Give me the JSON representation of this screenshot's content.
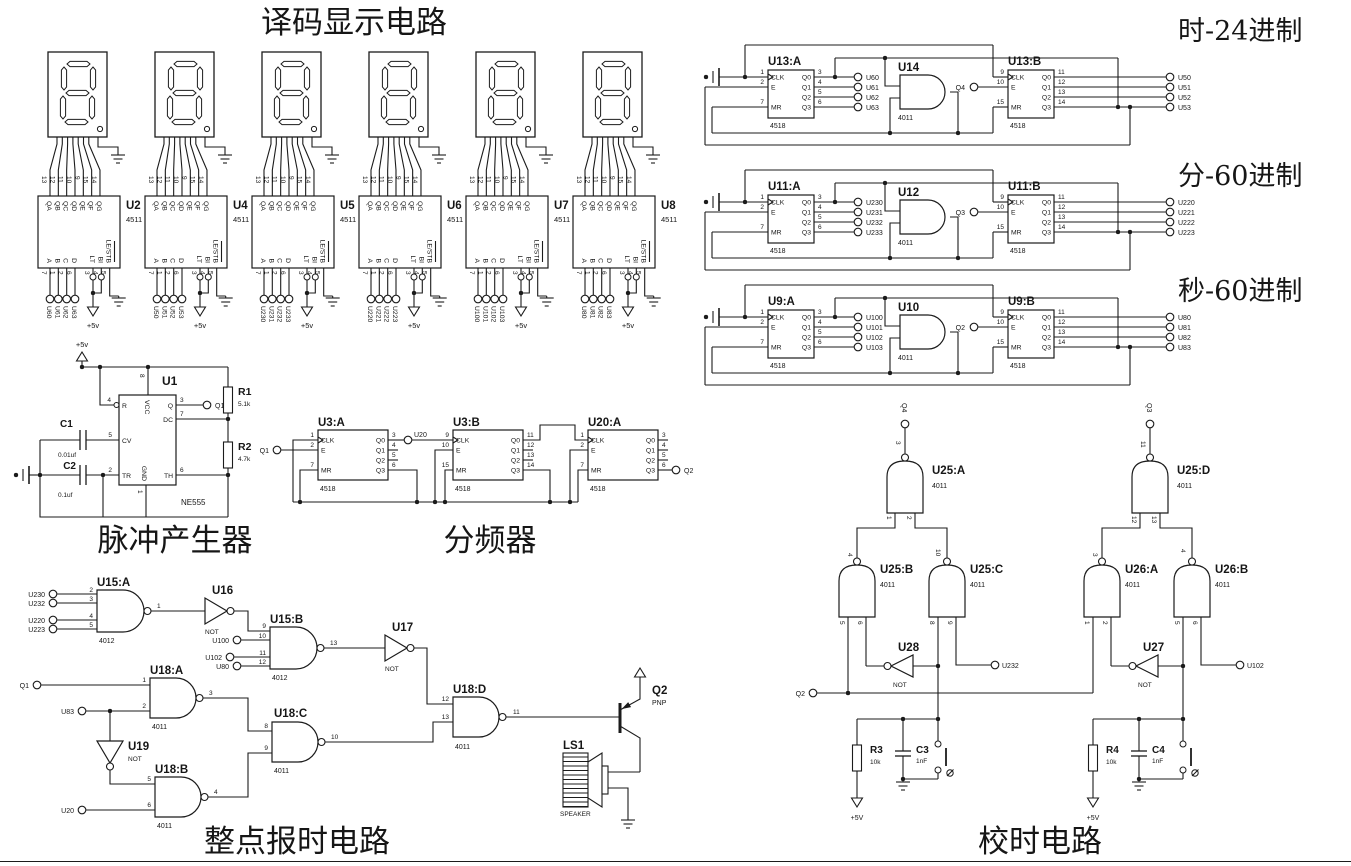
{
  "titles": {
    "decode": "译码显示电路",
    "pulse": "脉冲产生器",
    "divider": "分频器",
    "chime": "整点报时电路",
    "timeset": "校时电路"
  },
  "counter_section_labels": {
    "hours": "时-24进制",
    "minutes": "分-60进制",
    "seconds": "秒-60进制"
  },
  "parts": {
    "decoder": "4511",
    "counter": "4518",
    "nand": "4011",
    "nand4": "4012",
    "timer": "NE555",
    "not_label": "NOT",
    "speaker_label": "SPEAKER",
    "pnp": "PNP"
  },
  "power": {
    "p5v_lc": "+5v",
    "p5v_uc": "+5V"
  },
  "decoder_pins": {
    "top_numbers": [
      "13",
      "12",
      "11",
      "10",
      "9",
      "15",
      "14"
    ],
    "top_labels": [
      "QA",
      "QB",
      "QC",
      "QD",
      "QE",
      "QF",
      "QG"
    ],
    "data_labels": [
      "A",
      "B",
      "C",
      "D"
    ],
    "data_numbers": [
      "7",
      "1",
      "2",
      "6"
    ],
    "ctrl_labels": [
      "LT",
      "BI",
      "LE/STB"
    ],
    "ctrl_numbers": [
      "3",
      "4",
      "5"
    ]
  },
  "decoders": [
    {
      "ref": "U2",
      "nets": [
        "U60",
        "U61",
        "U62",
        "U63"
      ]
    },
    {
      "ref": "U4",
      "nets": [
        "U50",
        "U51",
        "U52",
        "U53"
      ]
    },
    {
      "ref": "U5",
      "nets": [
        "U230",
        "U231",
        "U232",
        "U233"
      ]
    },
    {
      "ref": "U6",
      "nets": [
        "U220",
        "U221",
        "U222",
        "U223"
      ]
    },
    {
      "ref": "U7",
      "nets": [
        "U100",
        "U101",
        "U102",
        "U103"
      ]
    },
    {
      "ref": "U8",
      "nets": [
        "U80",
        "U81",
        "U82",
        "U83"
      ]
    }
  ],
  "counter_pins": {
    "a_left_nums": [
      "1",
      "2",
      "7"
    ],
    "b_left_nums": [
      "9",
      "10",
      "15"
    ],
    "left_labels": [
      "CLK",
      "E",
      "MR"
    ],
    "right_labels": [
      "Q0",
      "Q1",
      "Q2",
      "Q3"
    ],
    "a_right_nums": [
      "3",
      "4",
      "5",
      "6"
    ],
    "b_right_nums": [
      "11",
      "12",
      "13",
      "14"
    ]
  },
  "counters": [
    {
      "label_key": "hours",
      "a_ref": "U13:A",
      "gate_ref": "U14",
      "b_ref": "U13:B",
      "a_nets": [
        "U60",
        "U61",
        "U62",
        "U63"
      ],
      "b_nets": [
        "U50",
        "U51",
        "U52",
        "U53"
      ],
      "enable_net": "Q4"
    },
    {
      "label_key": "minutes",
      "a_ref": "U11:A",
      "gate_ref": "U12",
      "b_ref": "U11:B",
      "a_nets": [
        "U230",
        "U231",
        "U232",
        "U233"
      ],
      "b_nets": [
        "U220",
        "U221",
        "U222",
        "U223"
      ],
      "enable_net": "Q3"
    },
    {
      "label_key": "seconds",
      "a_ref": "U9:A",
      "gate_ref": "U10",
      "b_ref": "U9:B",
      "a_nets": [
        "U100",
        "U101",
        "U102",
        "U103"
      ],
      "b_nets": [
        "U80",
        "U81",
        "U82",
        "U83"
      ],
      "enable_net": "Q2"
    }
  ],
  "pulse": {
    "ref": "U1",
    "part": "NE555",
    "left_pins": [
      [
        "4",
        "R"
      ],
      [
        "5",
        "CV"
      ],
      [
        "2",
        "TR"
      ]
    ],
    "right_pins": [
      [
        "3",
        "Q"
      ],
      [
        "7",
        "DC"
      ],
      [
        "6",
        "TH"
      ]
    ],
    "top_pin": [
      "8",
      "VCC"
    ],
    "bottom_pin": [
      "1",
      "GND"
    ],
    "r1": {
      "ref": "R1",
      "val": "5.1k"
    },
    "r2": {
      "ref": "R2",
      "val": "4.7k"
    },
    "c1": {
      "ref": "C1",
      "val": "0.01uf"
    },
    "c2": {
      "ref": "C2",
      "val": "0.1uf"
    },
    "out_net": "Q1"
  },
  "divider": {
    "chips": [
      {
        "ref": "U3:A",
        "left_nums": [
          "1",
          "2",
          "7"
        ],
        "right_nums": [
          "3",
          "4",
          "5",
          "6"
        ]
      },
      {
        "ref": "U3:B",
        "left_nums": [
          "9",
          "10",
          "15"
        ],
        "right_nums": [
          "11",
          "12",
          "13",
          "14"
        ]
      },
      {
        "ref": "U20:A",
        "left_nums": [
          "1",
          "2",
          "7"
        ],
        "right_nums": [
          "3",
          "4",
          "5",
          "6"
        ]
      }
    ],
    "left_labels": [
      "CLK",
      "E",
      "MR"
    ],
    "right_labels": [
      "Q0",
      "Q1",
      "Q2",
      "Q3"
    ],
    "in_net": "Q1",
    "mid_net": "U20",
    "out_net": "Q2"
  },
  "chime": {
    "u15a": {
      "ref": "U15:A",
      "part": "4012",
      "inputs": [
        [
          "2",
          "U230"
        ],
        [
          "3",
          "U232"
        ],
        [
          "4",
          "U220"
        ],
        [
          "5",
          "U223"
        ]
      ],
      "out_pin": "1"
    },
    "u16": {
      "ref": "U16"
    },
    "u15b": {
      "ref": "U15:B",
      "part": "4012",
      "inputs": [
        [
          "9",
          null
        ],
        [
          "10",
          "U100"
        ],
        [
          "11",
          "U102"
        ],
        [
          "12",
          "U80"
        ]
      ],
      "out_pin": "13"
    },
    "u17": {
      "ref": "U17"
    },
    "u18a": {
      "ref": "U18:A",
      "part": "4011",
      "inputs": [
        [
          "1",
          "Q1"
        ],
        [
          "2",
          "U83"
        ]
      ],
      "out_pin": "3"
    },
    "u19": {
      "ref": "U19"
    },
    "u18b": {
      "ref": "U18:B",
      "part": "4011",
      "inputs": [
        [
          "5",
          null
        ],
        [
          "6",
          "U20"
        ]
      ],
      "out_pin": "4"
    },
    "u18c": {
      "ref": "U18:C",
      "part": "4011",
      "in_pins": [
        "8",
        "9"
      ],
      "out_pin": "10"
    },
    "u18d": {
      "ref": "U18:D",
      "part": "4011",
      "in_pins": [
        "12",
        "13"
      ],
      "out_pin": "11"
    },
    "q2": {
      "ref": "Q2",
      "type": "PNP"
    },
    "ls1": {
      "ref": "LS1",
      "label": "SPEAKER"
    }
  },
  "timeset": {
    "rail_net": "Q2",
    "trees": [
      {
        "top": {
          "ref": "U25:A",
          "out_net": "Q4",
          "out_pin": "3",
          "in_pins": [
            "1",
            "2"
          ]
        },
        "bl": {
          "ref": "U25:B",
          "out_pin": "4",
          "in_pins": [
            "5",
            "6"
          ]
        },
        "br": {
          "ref": "U25:C",
          "out_pin": "10",
          "in_pins": [
            "8",
            "9"
          ],
          "in_net": "U232"
        },
        "inv": {
          "ref": "U28"
        },
        "res": {
          "ref": "R3",
          "val": "10k"
        },
        "cap": {
          "ref": "C3",
          "val": "1nF"
        }
      },
      {
        "top": {
          "ref": "U25:D",
          "out_net": "Q3",
          "out_pin": "11",
          "in_pins": [
            "12",
            "13"
          ]
        },
        "bl": {
          "ref": "U26:A",
          "out_pin": "3",
          "in_pins": [
            "1",
            "2"
          ]
        },
        "br": {
          "ref": "U26:B",
          "out_pin": "4",
          "in_pins": [
            "5",
            "6"
          ],
          "in_net": "U102"
        },
        "inv": {
          "ref": "U27"
        },
        "res": {
          "ref": "R4",
          "val": "10k"
        },
        "cap": {
          "ref": "C4",
          "val": "1nF"
        }
      }
    ]
  }
}
